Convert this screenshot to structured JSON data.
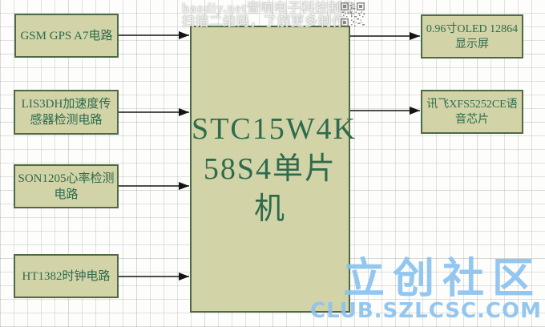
{
  "diagram": {
    "center_box": {
      "label": "STC15W4K58S4单片机",
      "lines": [
        "STC15W4K",
        "58S4单片",
        "机"
      ]
    },
    "left_boxes": [
      {
        "label": "GSM GPS A7电路",
        "lines": [
          "GSM GPS A7电路"
        ]
      },
      {
        "label": "LIS3DH加速度传感器检测电路",
        "lines": [
          "LIS3DH加速度传",
          "感器检测电路"
        ]
      },
      {
        "label": "SON1205心率检测电路",
        "lines": [
          "SON1205心率检测",
          "电路"
        ]
      },
      {
        "label": "HT1382时钟电路",
        "lines": [
          "HT1382时钟电路"
        ]
      }
    ],
    "right_boxes": [
      {
        "label": "0.96寸OLED 12864显示屏",
        "lines": [
          "0.96寸OLED 12864",
          "显示屏"
        ]
      },
      {
        "label": "讯飞XFS5252CE语音芯片",
        "lines": [
          "讯飞XFS5252CE语",
          "音芯片"
        ]
      }
    ],
    "colors": {
      "box_fill": "#d2d3a7",
      "box_border": "#4d6a45",
      "box_text": "#2e6b4d",
      "arrow": "#141414",
      "logo_blue": "#8cc3f0",
      "grid_line": "#e3e3e3",
      "background": "#fdfdfc"
    }
  },
  "watermark_top": {
    "line1": "haodiy.net音响电子科技制作",
    "line2": "扫描二维码，了解更多制作"
  },
  "watermark_bottom": {
    "logo_text": "立创社区",
    "site_url": "CLUB.SZLCSC.COM"
  }
}
